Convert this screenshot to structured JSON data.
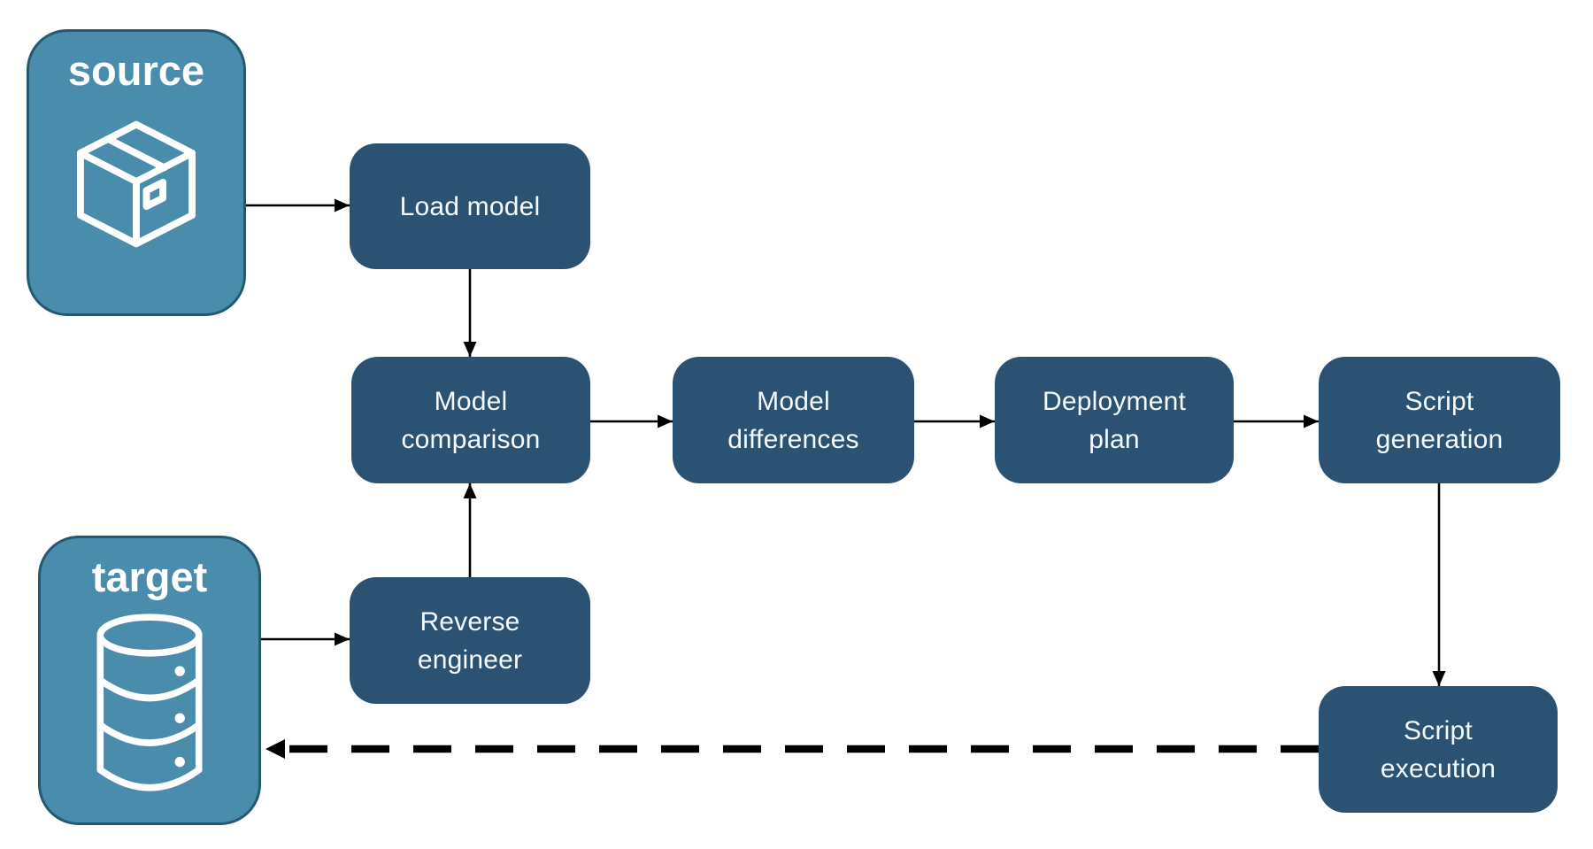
{
  "diagram": {
    "endpoints": {
      "source": {
        "label": "source",
        "icon": "package-icon"
      },
      "target": {
        "label": "target",
        "icon": "database-icon"
      }
    },
    "nodes": {
      "load_model": {
        "label": "Load model"
      },
      "model_comparison": {
        "label": "Model\ncomparison"
      },
      "model_differences": {
        "label": "Model\ndifferences"
      },
      "deployment_plan": {
        "label": "Deployment\nplan"
      },
      "script_generation": {
        "label": "Script\ngeneration"
      },
      "reverse_engineer": {
        "label": "Reverse\nengineer"
      },
      "script_execution": {
        "label": "Script\nexecution"
      }
    },
    "edges": [
      {
        "from": "source",
        "to": "load_model",
        "style": "solid"
      },
      {
        "from": "load_model",
        "to": "model_comparison",
        "style": "solid"
      },
      {
        "from": "model_comparison",
        "to": "model_differences",
        "style": "solid"
      },
      {
        "from": "model_differences",
        "to": "deployment_plan",
        "style": "solid"
      },
      {
        "from": "deployment_plan",
        "to": "script_generation",
        "style": "solid"
      },
      {
        "from": "script_generation",
        "to": "script_execution",
        "style": "solid"
      },
      {
        "from": "target",
        "to": "reverse_engineer",
        "style": "solid"
      },
      {
        "from": "reverse_engineer",
        "to": "model_comparison",
        "style": "solid"
      },
      {
        "from": "script_execution",
        "to": "target",
        "style": "dashed"
      }
    ],
    "colors": {
      "background": "#FFFFFF",
      "node_fill": "#2B5273",
      "node_text": "#F7FAFC",
      "endpoint_fill": "#4A8CAB",
      "endpoint_border": "#25596F",
      "endpoint_text": "#FFFFFF",
      "arrow": "#000000"
    }
  }
}
